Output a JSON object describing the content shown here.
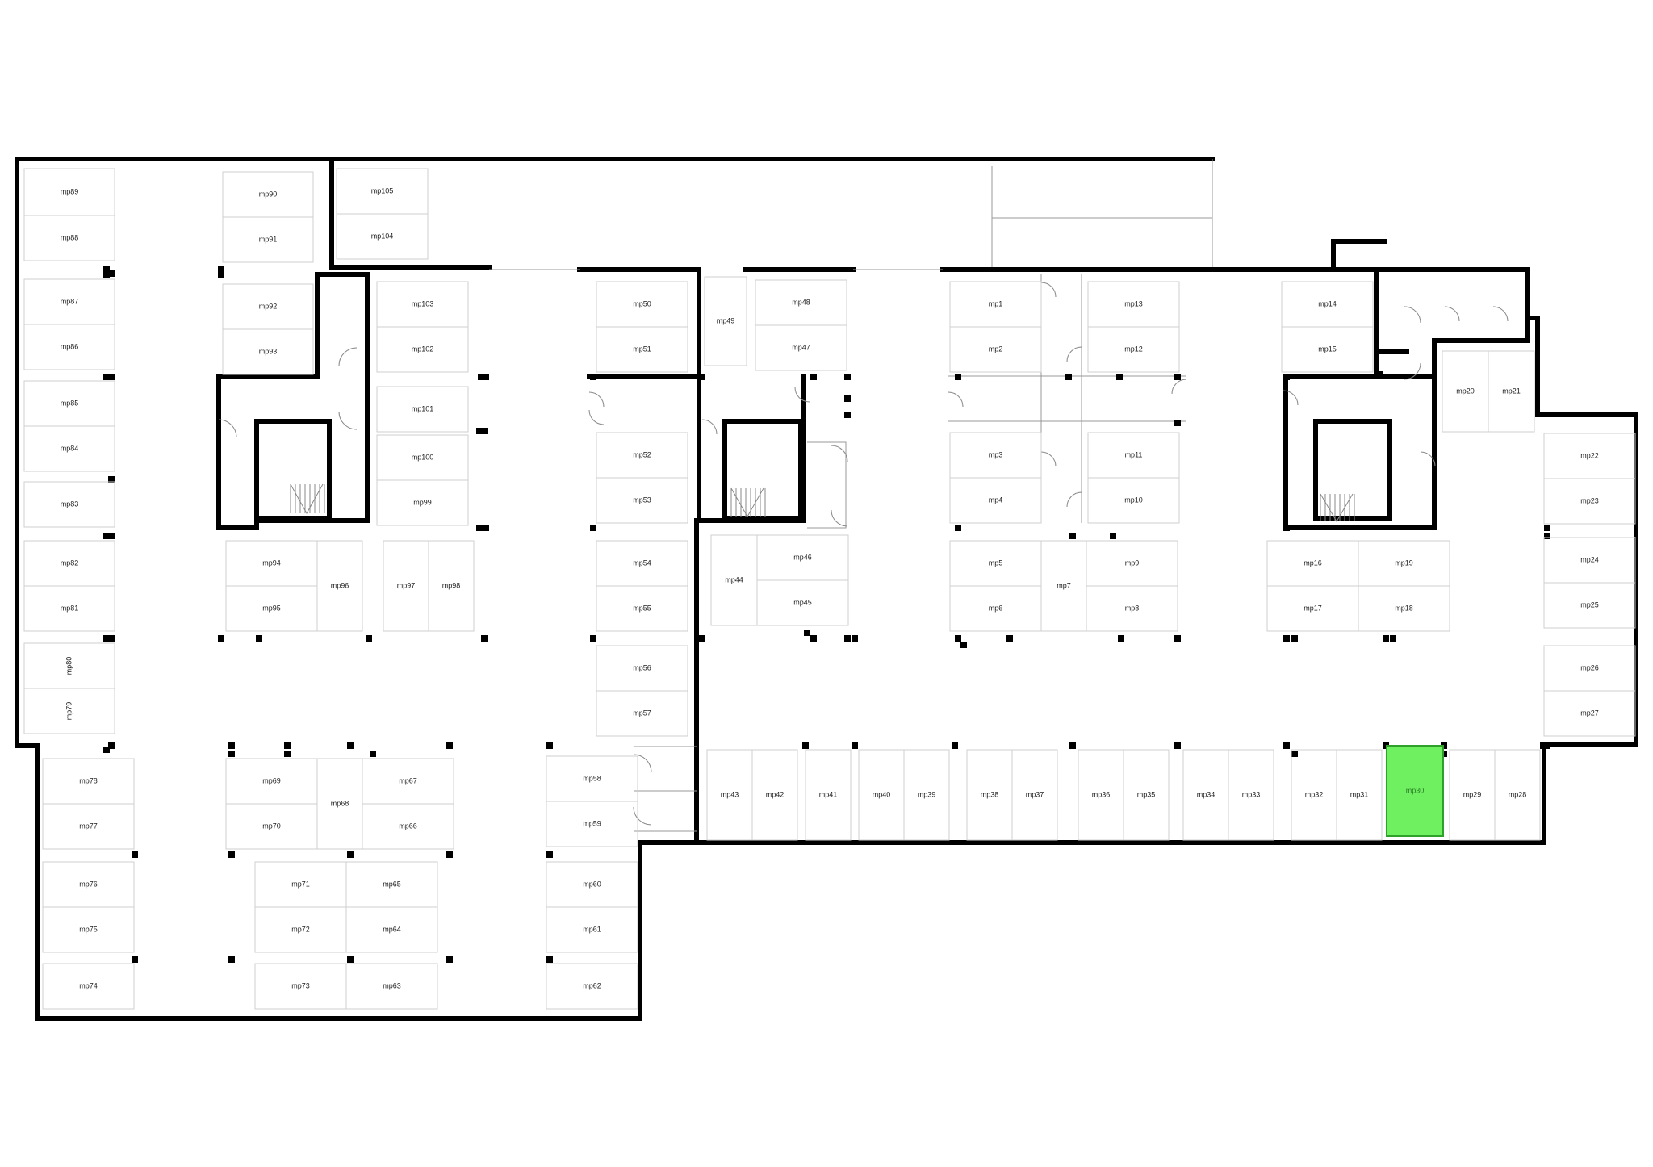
{
  "highlight_color": "#6ef060",
  "highlighted_spot": "mp30",
  "spots": [
    {
      "id": "mp89"
    },
    {
      "id": "mp88"
    },
    {
      "id": "mp87"
    },
    {
      "id": "mp86"
    },
    {
      "id": "mp85"
    },
    {
      "id": "mp84"
    },
    {
      "id": "mp83"
    },
    {
      "id": "mp82"
    },
    {
      "id": "mp81"
    },
    {
      "id": "mp80"
    },
    {
      "id": "mp79"
    },
    {
      "id": "mp90"
    },
    {
      "id": "mp91"
    },
    {
      "id": "mp92"
    },
    {
      "id": "mp93"
    },
    {
      "id": "mp105"
    },
    {
      "id": "mp104"
    },
    {
      "id": "mp103"
    },
    {
      "id": "mp102"
    },
    {
      "id": "mp101"
    },
    {
      "id": "mp100"
    },
    {
      "id": "mp99"
    },
    {
      "id": "mp94"
    },
    {
      "id": "mp95"
    },
    {
      "id": "mp96"
    },
    {
      "id": "mp97"
    },
    {
      "id": "mp98"
    },
    {
      "id": "mp50"
    },
    {
      "id": "mp51"
    },
    {
      "id": "mp49"
    },
    {
      "id": "mp48"
    },
    {
      "id": "mp47"
    },
    {
      "id": "mp52"
    },
    {
      "id": "mp53"
    },
    {
      "id": "mp54"
    },
    {
      "id": "mp55"
    },
    {
      "id": "mp56"
    },
    {
      "id": "mp57"
    },
    {
      "id": "mp46"
    },
    {
      "id": "mp44"
    },
    {
      "id": "mp45"
    },
    {
      "id": "mp1"
    },
    {
      "id": "mp2"
    },
    {
      "id": "mp13"
    },
    {
      "id": "mp12"
    },
    {
      "id": "mp3"
    },
    {
      "id": "mp4"
    },
    {
      "id": "mp11"
    },
    {
      "id": "mp10"
    },
    {
      "id": "mp5"
    },
    {
      "id": "mp6"
    },
    {
      "id": "mp7"
    },
    {
      "id": "mp9"
    },
    {
      "id": "mp8"
    },
    {
      "id": "mp14"
    },
    {
      "id": "mp15"
    },
    {
      "id": "mp20"
    },
    {
      "id": "mp21"
    },
    {
      "id": "mp16"
    },
    {
      "id": "mp17"
    },
    {
      "id": "mp19"
    },
    {
      "id": "mp18"
    },
    {
      "id": "mp22"
    },
    {
      "id": "mp23"
    },
    {
      "id": "mp24"
    },
    {
      "id": "mp25"
    },
    {
      "id": "mp26"
    },
    {
      "id": "mp27"
    },
    {
      "id": "mp78"
    },
    {
      "id": "mp77"
    },
    {
      "id": "mp76"
    },
    {
      "id": "mp75"
    },
    {
      "id": "mp74"
    },
    {
      "id": "mp69"
    },
    {
      "id": "mp70"
    },
    {
      "id": "mp68"
    },
    {
      "id": "mp67"
    },
    {
      "id": "mp66"
    },
    {
      "id": "mp71"
    },
    {
      "id": "mp72"
    },
    {
      "id": "mp73"
    },
    {
      "id": "mp65"
    },
    {
      "id": "mp64"
    },
    {
      "id": "mp63"
    },
    {
      "id": "mp58"
    },
    {
      "id": "mp59"
    },
    {
      "id": "mp60"
    },
    {
      "id": "mp61"
    },
    {
      "id": "mp62"
    },
    {
      "id": "mp43"
    },
    {
      "id": "mp42"
    },
    {
      "id": "mp41"
    },
    {
      "id": "mp40"
    },
    {
      "id": "mp39"
    },
    {
      "id": "mp38"
    },
    {
      "id": "mp37"
    },
    {
      "id": "mp36"
    },
    {
      "id": "mp35"
    },
    {
      "id": "mp34"
    },
    {
      "id": "mp33"
    },
    {
      "id": "mp32"
    },
    {
      "id": "mp31"
    },
    {
      "id": "mp30"
    },
    {
      "id": "mp29"
    },
    {
      "id": "mp28"
    }
  ]
}
